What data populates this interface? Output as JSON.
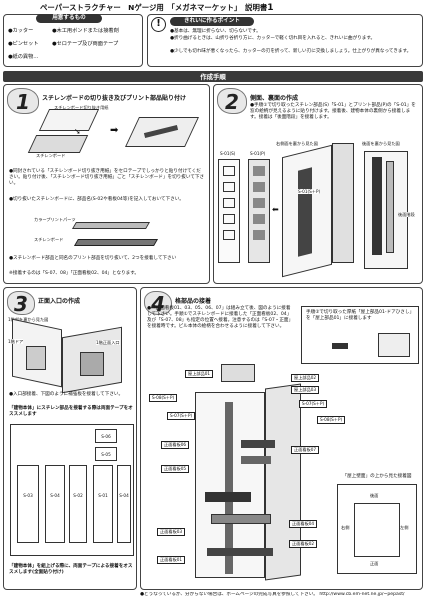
{
  "title": "ペーパーストラクチャー　Nゲージ用　「メガネマーケット」　説明書",
  "title_suffix": "1",
  "tools": {
    "header": "用意するもの",
    "items": [
      "●カッター",
      "●木工用ボンドまたは接着剤",
      "●ピンセット",
      "●セロテープ及び両面テープ",
      "●紙の異物…"
    ]
  },
  "tips": {
    "header": "きれいに作るポイント",
    "items": [
      "●基本は、無理に折らない、切らないです。",
      "●折り曲げるときは、山折り谷折り方に、カッターで軽く切れ目を入れると、きれいに曲がります。",
      "●少しでも切れ味が悪くなったら、カッターの刃を折って、新しい刃に交換しましょう。仕上がりが異なってきます。"
    ]
  },
  "section_header": "作成手順",
  "step1": {
    "number": "1",
    "title": "スチレンボードの切り抜き及びプリント部品貼り付け",
    "label_sheet": "スチレンボード切り抜き用紙",
    "label_board": "スチレンボード",
    "label_print": "カラープリントパーツ",
    "label_board2": "スチレンボード",
    "paras": [
      "●同封されている「スチレンボード切り抜き用紙」をセロテープでしっかりと貼り付けてください。貼り付け後、「スチレンボード切り抜き用紙」ごと「スチレンボード」を切り抜いて下さい。",
      "●切り抜いたスチレンボードに、部品名(S-02や看板04等)を記入しておいて下さい。",
      "●スチレンボード部品と同名のプリント部品を切り抜いて、2つを接着して下さい",
      "※接着するのは「S-07、08」「正面看板02、04」となります。"
    ]
  },
  "step2": {
    "number": "2",
    "title": "側面、裏面の作成",
    "para1": "●手順①で切り取ったスチレン部品(S)「S-01」とプリント部品(P)の「S-01」を窓の絵柄が見えるように貼り付けます。接着後、建物本体の裏側から接着します。接着は「後面階段」を接着します。",
    "label_right": "右側面を裏から見た図",
    "label_back": "後面を裏から見た図",
    "label_s01s": "S-01(S)",
    "label_s01p": "S-01(P)",
    "label_s01sp": "S-01(S＋P)",
    "label_stairs": "後面階段"
  },
  "step3": {
    "number": "3",
    "title": "正面入口の作成",
    "label_view": "1階部を裏から見た図",
    "label_door": "1階ドア",
    "label_inner": "1階正面入口",
    "paras": [
      "●入口部接着、下図のように補強板を接着して下さい。",
      "「建物本体」にスチレン部品を接着する際は両面テープをオススメします"
    ],
    "parts": [
      "S-06",
      "S-05",
      "S-03",
      "S-04",
      "S-02",
      "S-01",
      "S-04"
    ],
    "note_bottom": "「建物本体」を組上げる際に、両面テープによる接着をオススメします(全面貼り付け)"
  },
  "step4": {
    "number": "4",
    "title": "格部品の接着",
    "para": "●「正面看板01、03、05、06、07」は組み立て後、図のように接着して下さい。手順①でスチレンボードに接着した「正面看板02、04」及び「S-07、08」も指定の位置へ接着。注意するのは「S-07・正面」を接着時です。ビル本体の絵柄を合わせるように接着して下さい。",
    "callout": "手順②で切り取った厚紙「屋上部品01-ドアひさし」を「屋上部品01」に接着します",
    "parts": {
      "roof": "屋上部品01",
      "roof2": "屋上部品02",
      "roof3": "屋上部品03",
      "s08a": "S-08(S＋P)",
      "s07a": "S-07(S＋P)",
      "s07b": "S-07(S＋P)",
      "s08b": "S-08(S＋P)",
      "sign06": "正面看板06",
      "sign07": "正面看板07",
      "sign05": "正面看板05",
      "sign04": "正面看板04",
      "sign03": "正面看板03",
      "sign02": "正面看板02",
      "sign01": "正面看板01"
    },
    "roofview": {
      "title": "「屋上壁面」の上から見た接着図",
      "back": "後面",
      "right": "右側",
      "left": "左側",
      "front": "正面"
    }
  },
  "footer": {
    "text": "●どうなっているか、分からない場合は、ホームページの完成写真を参照して下さい。",
    "url": "http://www.cb.em-net.ne.jp/~pepast/"
  }
}
